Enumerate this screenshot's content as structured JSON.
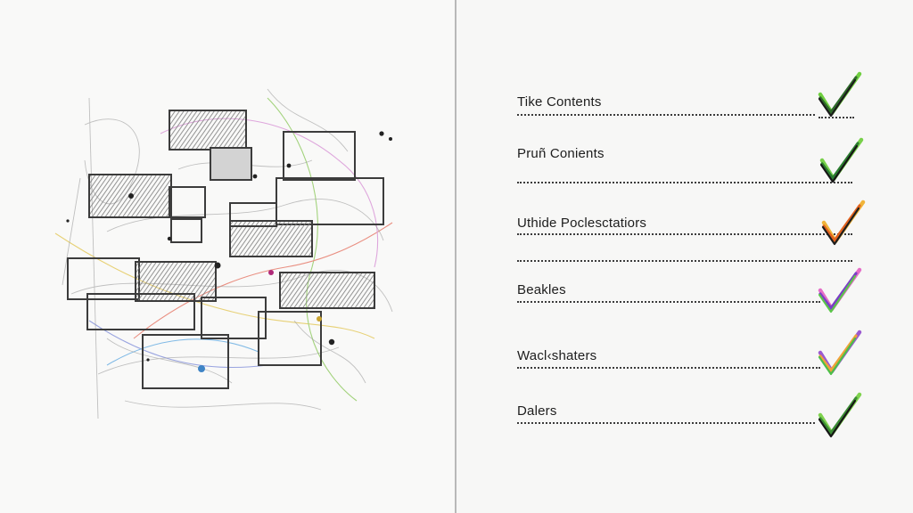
{
  "toc": {
    "items": [
      {
        "label": "Tike Contents",
        "check_colors": [
          "#6fcf3f",
          "#2f6a2a",
          "#1b1b1b"
        ]
      },
      {
        "label": "Pruñ Conients",
        "check_colors": [
          "#78d04a",
          "#2b7d2f",
          "#151515"
        ]
      },
      {
        "label": "Uthide Poclesctatiors",
        "check_colors": [
          "#f0b43a",
          "#e2621e",
          "#1e1e1e"
        ]
      },
      {
        "label": "Beakles",
        "check_colors": [
          "#e56ec7",
          "#7b3fc6",
          "#5bc64a"
        ]
      },
      {
        "label": "Wacl‹shaters",
        "check_colors": [
          "#9b5ad0",
          "#f0a23a",
          "#4cbf49"
        ]
      },
      {
        "label": "Dalers",
        "check_colors": [
          "#7fd34e",
          "#3b8c34",
          "#161616"
        ]
      }
    ]
  },
  "colors": {
    "pencil": "#4a4a4a",
    "shade": "#8a8a8a",
    "accent_lines": [
      "#e2c44c",
      "#86c653",
      "#e46c5a",
      "#7a88d8",
      "#d58bd3",
      "#5aa6e0"
    ]
  }
}
